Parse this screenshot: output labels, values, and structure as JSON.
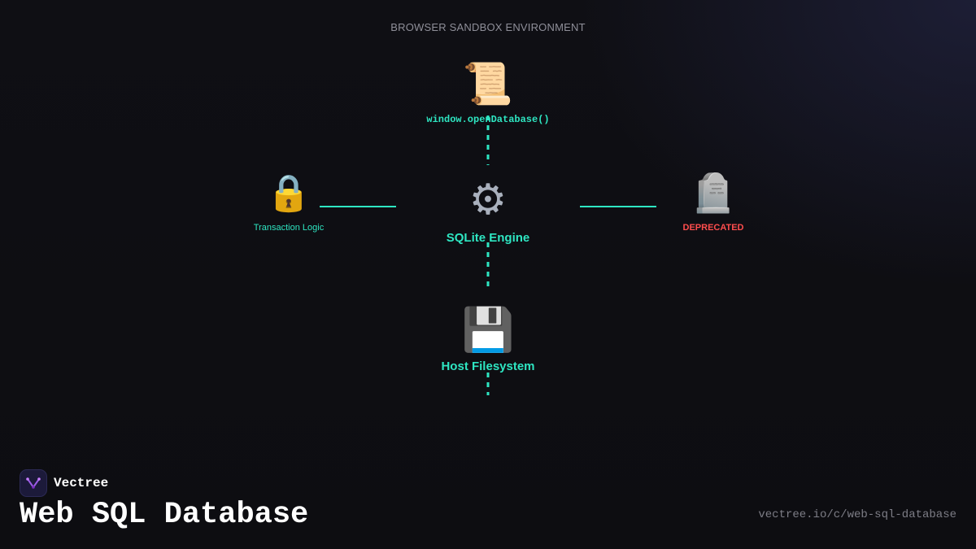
{
  "diagram": {
    "environment_label": "BROWSER SANDBOX ENVIRONMENT",
    "nodes": {
      "api": {
        "icon": "scroll-icon",
        "glyph": "📜",
        "label": "window.openDatabase()"
      },
      "engine": {
        "icon": "gear-icon",
        "glyph": "⚙",
        "label": "SQLite Engine"
      },
      "transaction": {
        "icon": "lock-icon",
        "glyph": "🔒",
        "label": "Transaction Logic"
      },
      "deprecated": {
        "icon": "headstone-icon",
        "glyph": "🪦",
        "label": "DEPRECATED"
      },
      "filesystem": {
        "icon": "floppy-disk-icon",
        "glyph": "💾",
        "label": "Host Filesystem"
      }
    },
    "edges": [
      {
        "from": "api",
        "to": "engine",
        "style": "dashed"
      },
      {
        "from": "engine",
        "to": "filesystem",
        "style": "dashed"
      },
      {
        "from": "transaction",
        "to": "engine",
        "style": "solid"
      },
      {
        "from": "engine",
        "to": "deprecated",
        "style": "solid"
      }
    ]
  },
  "colors": {
    "accent": "#2ee6c2",
    "warning": "#ff4d4d",
    "background": "#0e0e12"
  },
  "footer": {
    "brand_name": "Vectree",
    "brand_icon": "vectree-logo-icon",
    "title": "Web SQL Database",
    "url": "vectree.io/c/web-sql-database"
  }
}
